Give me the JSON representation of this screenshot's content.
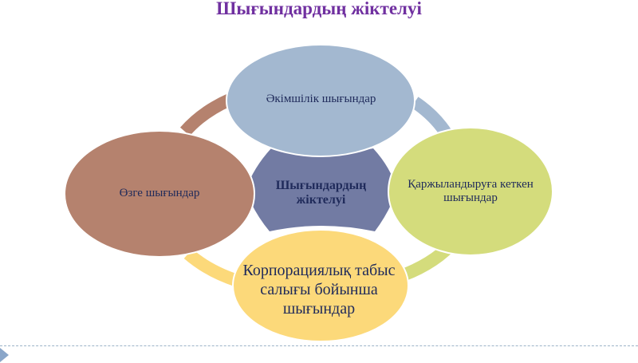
{
  "slide": {
    "title": "Шығындардың жіктелуі",
    "center": {
      "label": "Шығындардың жіктелуі",
      "color": "#727ba3"
    },
    "nodes": [
      {
        "position": "top",
        "label": "Әкімшілік шығындар",
        "color": "#a3b8d0"
      },
      {
        "position": "right",
        "label": "Қаржыландыруға кеткен шығындар",
        "color": "#d4dc7c"
      },
      {
        "position": "bottom",
        "label": "Корпорациялық табыс салығы бойынша шығындар",
        "color": "#fcd97a"
      },
      {
        "position": "left",
        "label": "Өзге шығындар",
        "color": "#b5826e"
      }
    ],
    "title_color": "#7030a0",
    "text_color": "#1f2a5a"
  }
}
